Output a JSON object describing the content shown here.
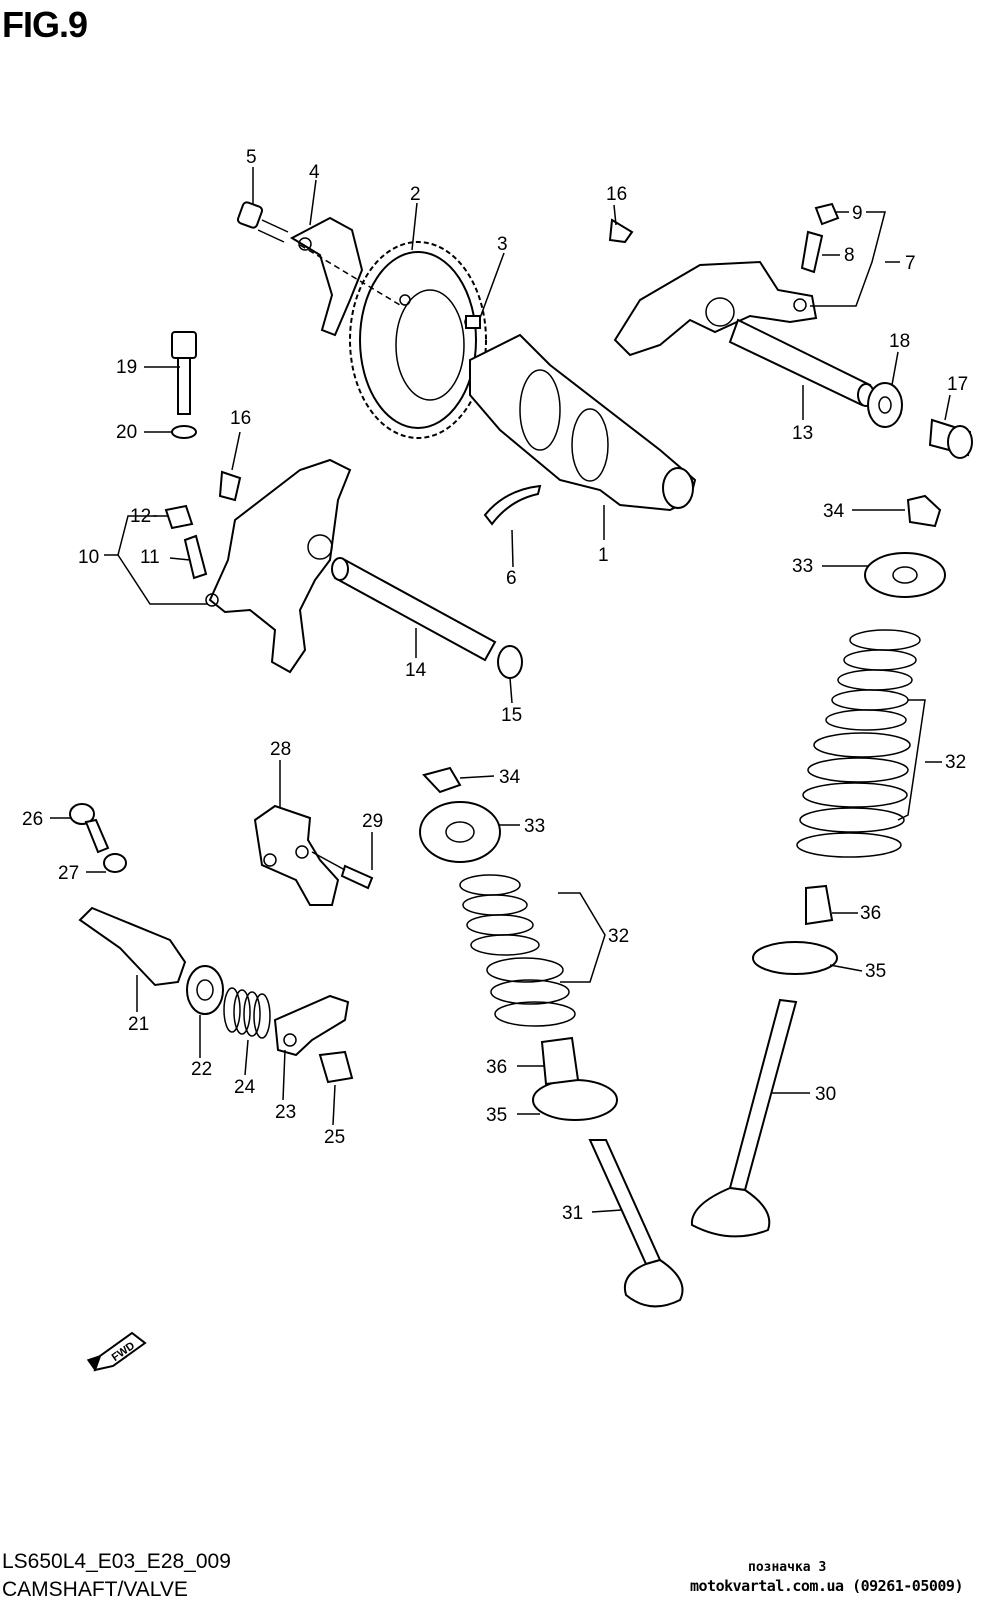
{
  "figure": {
    "title": "FIG.9",
    "diagram_code": "LS650L4_E03_E28_009",
    "section_title": "CAMSHAFT/VALVE",
    "note": "позначка 3",
    "source": "motokvartal.com.ua (09261-05009)",
    "direction_marker": "FWD"
  },
  "callouts": [
    {
      "id": "c1",
      "label": "1"
    },
    {
      "id": "c2",
      "label": "2"
    },
    {
      "id": "c3",
      "label": "3"
    },
    {
      "id": "c4",
      "label": "4"
    },
    {
      "id": "c5",
      "label": "5"
    },
    {
      "id": "c6",
      "label": "6"
    },
    {
      "id": "c7",
      "label": "7"
    },
    {
      "id": "c8",
      "label": "8"
    },
    {
      "id": "c9",
      "label": "9"
    },
    {
      "id": "c10",
      "label": "10"
    },
    {
      "id": "c11",
      "label": "11"
    },
    {
      "id": "c12",
      "label": "12"
    },
    {
      "id": "c13",
      "label": "13"
    },
    {
      "id": "c14",
      "label": "14"
    },
    {
      "id": "c15",
      "label": "15"
    },
    {
      "id": "c16a",
      "label": "16"
    },
    {
      "id": "c16b",
      "label": "16"
    },
    {
      "id": "c17",
      "label": "17"
    },
    {
      "id": "c18",
      "label": "18"
    },
    {
      "id": "c19",
      "label": "19"
    },
    {
      "id": "c20",
      "label": "20"
    },
    {
      "id": "c21",
      "label": "21"
    },
    {
      "id": "c22",
      "label": "22"
    },
    {
      "id": "c23",
      "label": "23"
    },
    {
      "id": "c24",
      "label": "24"
    },
    {
      "id": "c25",
      "label": "25"
    },
    {
      "id": "c26",
      "label": "26"
    },
    {
      "id": "c27",
      "label": "27"
    },
    {
      "id": "c28",
      "label": "28"
    },
    {
      "id": "c29",
      "label": "29"
    },
    {
      "id": "c30",
      "label": "30"
    },
    {
      "id": "c31",
      "label": "31"
    },
    {
      "id": "c32a",
      "label": "32"
    },
    {
      "id": "c32b",
      "label": "32"
    },
    {
      "id": "c33a",
      "label": "33"
    },
    {
      "id": "c33b",
      "label": "33"
    },
    {
      "id": "c34a",
      "label": "34"
    },
    {
      "id": "c34b",
      "label": "34"
    },
    {
      "id": "c35a",
      "label": "35"
    },
    {
      "id": "c35b",
      "label": "35"
    },
    {
      "id": "c36a",
      "label": "36"
    },
    {
      "id": "c36b",
      "label": "36"
    }
  ]
}
